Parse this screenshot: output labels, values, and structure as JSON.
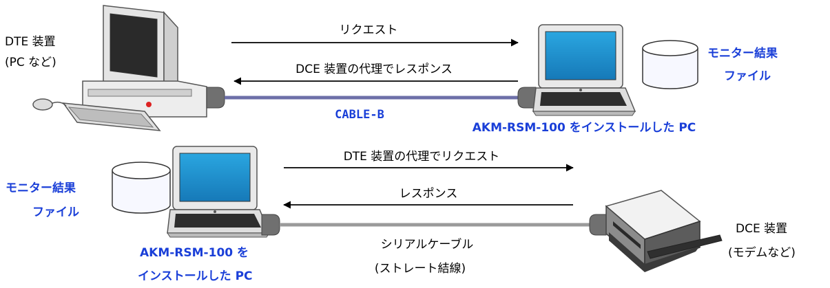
{
  "top": {
    "dte_device": "DTE 装置",
    "dte_device_note": "(PC など)",
    "request_label": "リクエスト",
    "response_label": "DCE 装置の代理でレスポンス",
    "cable_label": "CABLE-B",
    "monitor_file_line1": "モニター結果",
    "monitor_file_line2": "ファイル",
    "laptop_caption": "AKM-RSM-100 をインストールした PC"
  },
  "bottom": {
    "request_label": "DTE 装置の代理でリクエスト",
    "response_label": "レスポンス",
    "monitor_file_line1": "モニター結果",
    "monitor_file_line2": "ファイル",
    "laptop_caption_line1": "AKM-RSM-100 を",
    "laptop_caption_line2": "インストールした PC",
    "cable_label_line1": "シリアルケーブル",
    "cable_label_line2": "(ストレート結線)",
    "dce_device": "DCE 装置",
    "dce_device_note": "(モデムなど)"
  },
  "colors": {
    "accent_blue": "#1a3fd8",
    "cable_top": "#6d6fa8",
    "cable_bottom": "#9a9a9a",
    "screen_blue": "#1f9bd6"
  }
}
